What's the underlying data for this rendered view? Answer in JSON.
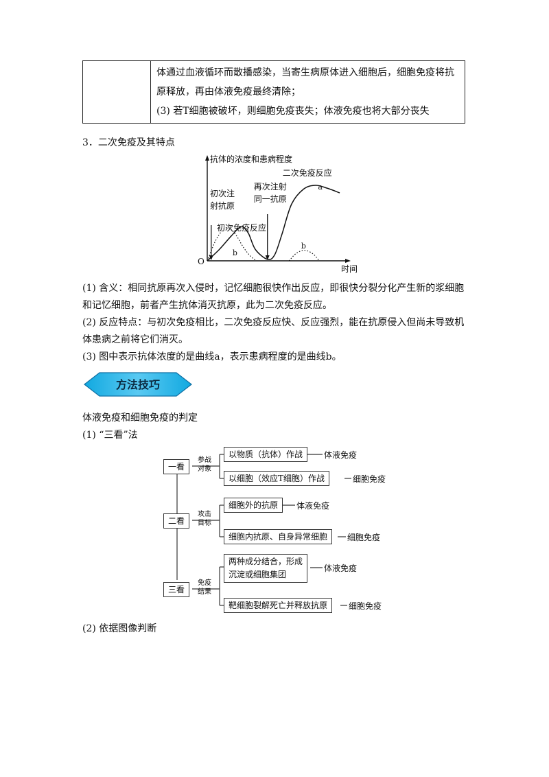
{
  "table": {
    "row_text": [
      "体通过血液循环而散播感染，当寄生病原体进入细胞后，细胞免疫将抗",
      "原释放，再由体液免疫最终清除；",
      "(3) 若T细胞被破坏，则细胞免疫丧失；体液免疫也将大部分丧失"
    ]
  },
  "section3": {
    "heading": "3．二次免疫及其特点"
  },
  "chart_data": {
    "type": "line",
    "title": "",
    "ylabel": "抗体的浓度和患病程度",
    "xlabel": "时间",
    "origin": "O",
    "annotations": {
      "first_injection": [
        "初次注",
        "射抗原"
      ],
      "second_injection": [
        "再次注射",
        "同一抗原"
      ],
      "primary_response": "初次免疫反应",
      "secondary_response": "二次免疫反应",
      "curve_a": "a",
      "curve_b_first": "b",
      "curve_b_second": "b"
    },
    "series": [
      {
        "name": "a",
        "style": "solid",
        "x": [
          0,
          1,
          2,
          2.8,
          3.4,
          4,
          5,
          5.6,
          6.2,
          7,
          8,
          9,
          10,
          11
        ],
        "y": [
          0,
          0.15,
          0.33,
          0.45,
          0.37,
          0.15,
          0.02,
          0.08,
          0.35,
          0.75,
          0.95,
          1.0,
          0.96,
          0.9
        ]
      },
      {
        "name": "b",
        "style": "dotted",
        "x": [
          0,
          0.8,
          1.6,
          2.3,
          3.0,
          3.6,
          4.1
        ],
        "y": [
          0,
          0.3,
          0.44,
          0.36,
          0.18,
          0.06,
          0
        ]
      },
      {
        "name": "b",
        "style": "dotted",
        "x": [
          6.8,
          7.4,
          8.1,
          8.8,
          9.3
        ],
        "y": [
          0,
          0.1,
          0.14,
          0.09,
          0
        ]
      }
    ]
  },
  "paras": {
    "p1_line1": "(1) 含义：相同抗原再次入侵时，记忆细胞很快作出反应，即很快分裂分化产生新的浆细胞",
    "p1_line2": "和记忆细胞，前者产生抗体消灭抗原，此为二次免疫反应。",
    "p2_line1": "(2) 反应特点：与初次免疫相比，二次免疫反应快、反应强烈，能在抗原侵入但尚未导致机",
    "p2_line2": "体患病之前将它们消灭。",
    "p3": "(3) 图中表示抗体浓度的是曲线a，表示患病程度的是曲线b。"
  },
  "banner": {
    "label": "方法技巧"
  },
  "section_method": {
    "title": "体液免疫和细胞免疫的判定",
    "sub1": "(1) “三看”法",
    "sub2": "(2) 依据图像判断"
  },
  "diagram": {
    "look1": "一看",
    "look2": "二看",
    "look3": "三看",
    "crit1": [
      "参战",
      "对象"
    ],
    "crit2": [
      "攻击",
      "目标"
    ],
    "crit3": [
      "免疫",
      "结果"
    ],
    "box1a": "以物质（抗体）作战",
    "box1b": "以细胞（效应T细胞）作战",
    "box2a": "细胞外的抗原",
    "box2b": "细胞内抗原、自身异常细胞",
    "box3a": [
      "两种成分结合，形成",
      "沉淀或细胞集团"
    ],
    "box3b": "靶细胞裂解死亡并释放抗原",
    "res1a": "体液免疫",
    "res1b": "细胞免疫",
    "res2a": "体液免疫",
    "res2b": "细胞免疫",
    "res3a": "体液免疫",
    "res3b": "细胞免疫"
  }
}
